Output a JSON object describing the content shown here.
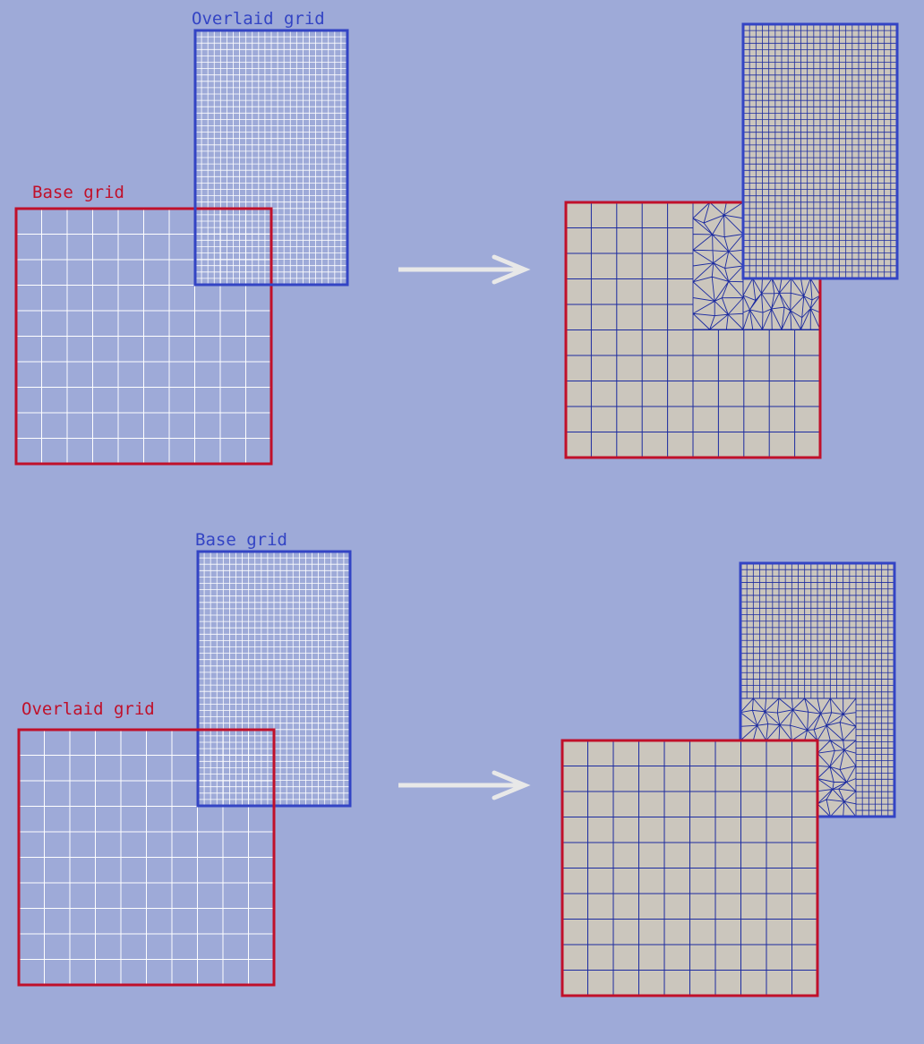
{
  "colors": {
    "background": "#9eaad8",
    "red": "#c0102a",
    "blue": "#3344c4",
    "white_grid": "#ffffff",
    "mesh_fill": "#cbc6bd",
    "mesh_line": "#1c2ba0",
    "arrow": "#e8e8e8"
  },
  "scenarios": [
    {
      "id": "top",
      "red_label": "Base grid",
      "blue_label": "Overlaid grid",
      "red_grid": {
        "cols": 10,
        "rows": 10
      },
      "blue_grid": {
        "cols": 24,
        "rows": 40
      },
      "result": {
        "fine_region": "blue overlaid grid kept, red base grid cut around it",
        "transition": "triangulated"
      }
    },
    {
      "id": "bottom",
      "red_label": "Overlaid grid",
      "blue_label": "Base grid",
      "red_grid": {
        "cols": 10,
        "rows": 10
      },
      "blue_grid": {
        "cols": 24,
        "rows": 40
      },
      "result": {
        "fine_region": "blue base grid cut around red overlaid grid",
        "transition": "triangulated"
      }
    }
  ]
}
